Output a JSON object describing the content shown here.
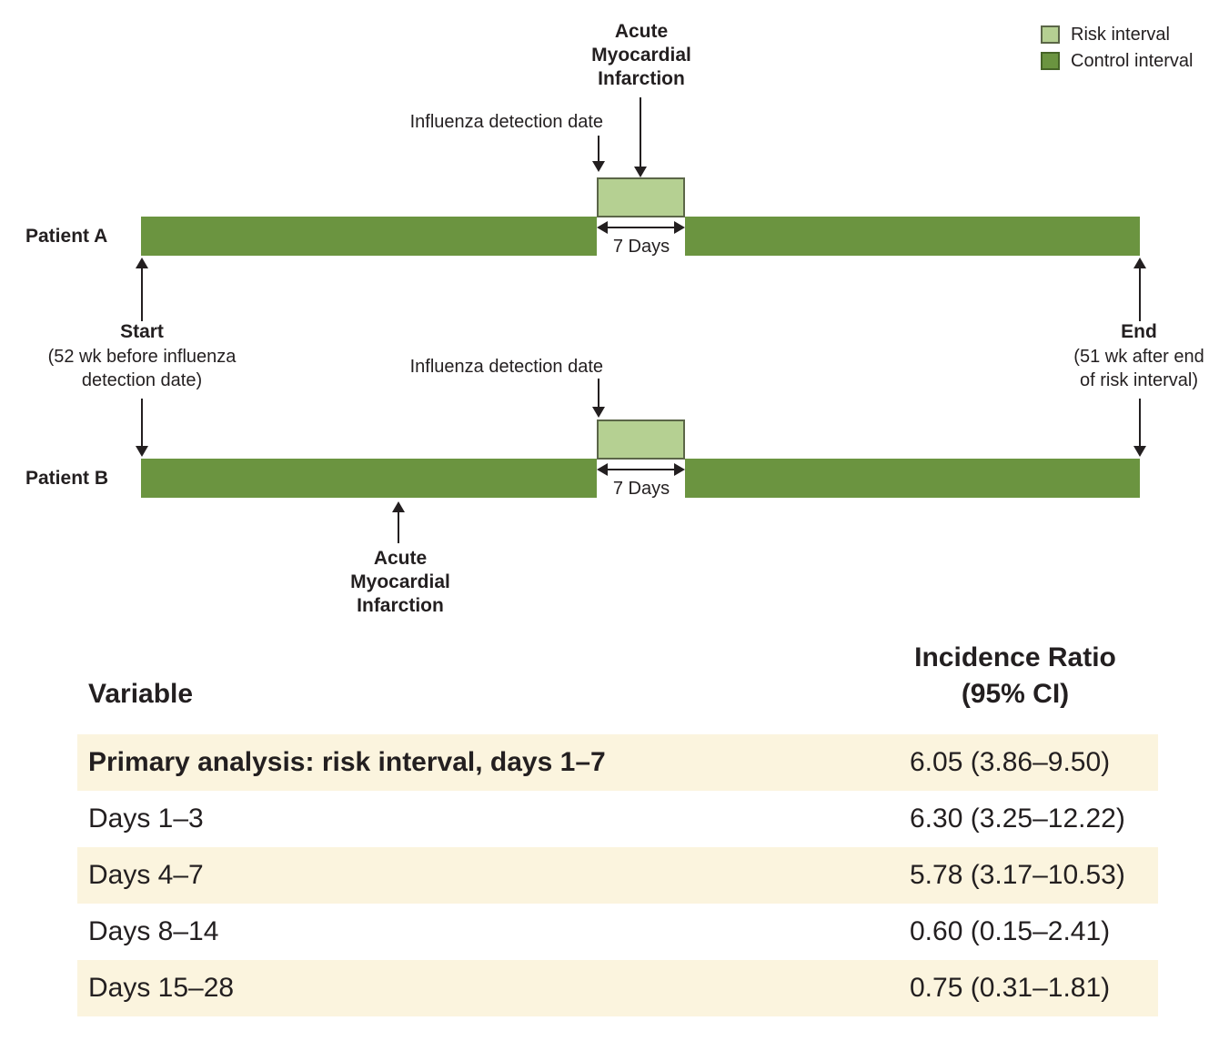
{
  "legend": {
    "risk_label": "Risk interval",
    "control_label": "Control interval",
    "risk_color": "#b5d092",
    "control_color": "#6b9440"
  },
  "diagram": {
    "ami_label": "Acute\nMyocardial\nInfarction",
    "flu_label": "Influenza detection date",
    "patient_a_label": "Patient A",
    "patient_b_label": "Patient B",
    "risk_duration_label": "7 Days",
    "start_title": "Start",
    "start_subtitle": "(52 wk before influenza\ndetection date)",
    "end_title": "End",
    "end_subtitle": "(51 wk after end\nof risk interval)"
  },
  "table": {
    "variable_header": "Variable",
    "incidence_header": "Incidence Ratio\n(95% CI)",
    "row_shade_color": "#fbf4de",
    "rows": [
      {
        "label": "Primary analysis: risk interval, days 1–7",
        "value": "6.05 (3.86–9.50)"
      },
      {
        "label": "Days 1–3",
        "value": "6.30 (3.25–12.22)"
      },
      {
        "label": "Days 4–7",
        "value": "5.78 (3.17–10.53)"
      },
      {
        "label": "Days 8–14",
        "value": "0.60 (0.15–2.41)"
      },
      {
        "label": "Days 15–28",
        "value": "0.75 (0.31–1.81)"
      }
    ]
  },
  "colors": {
    "text": "#231f20",
    "risk_box_border": "#5b6648"
  }
}
